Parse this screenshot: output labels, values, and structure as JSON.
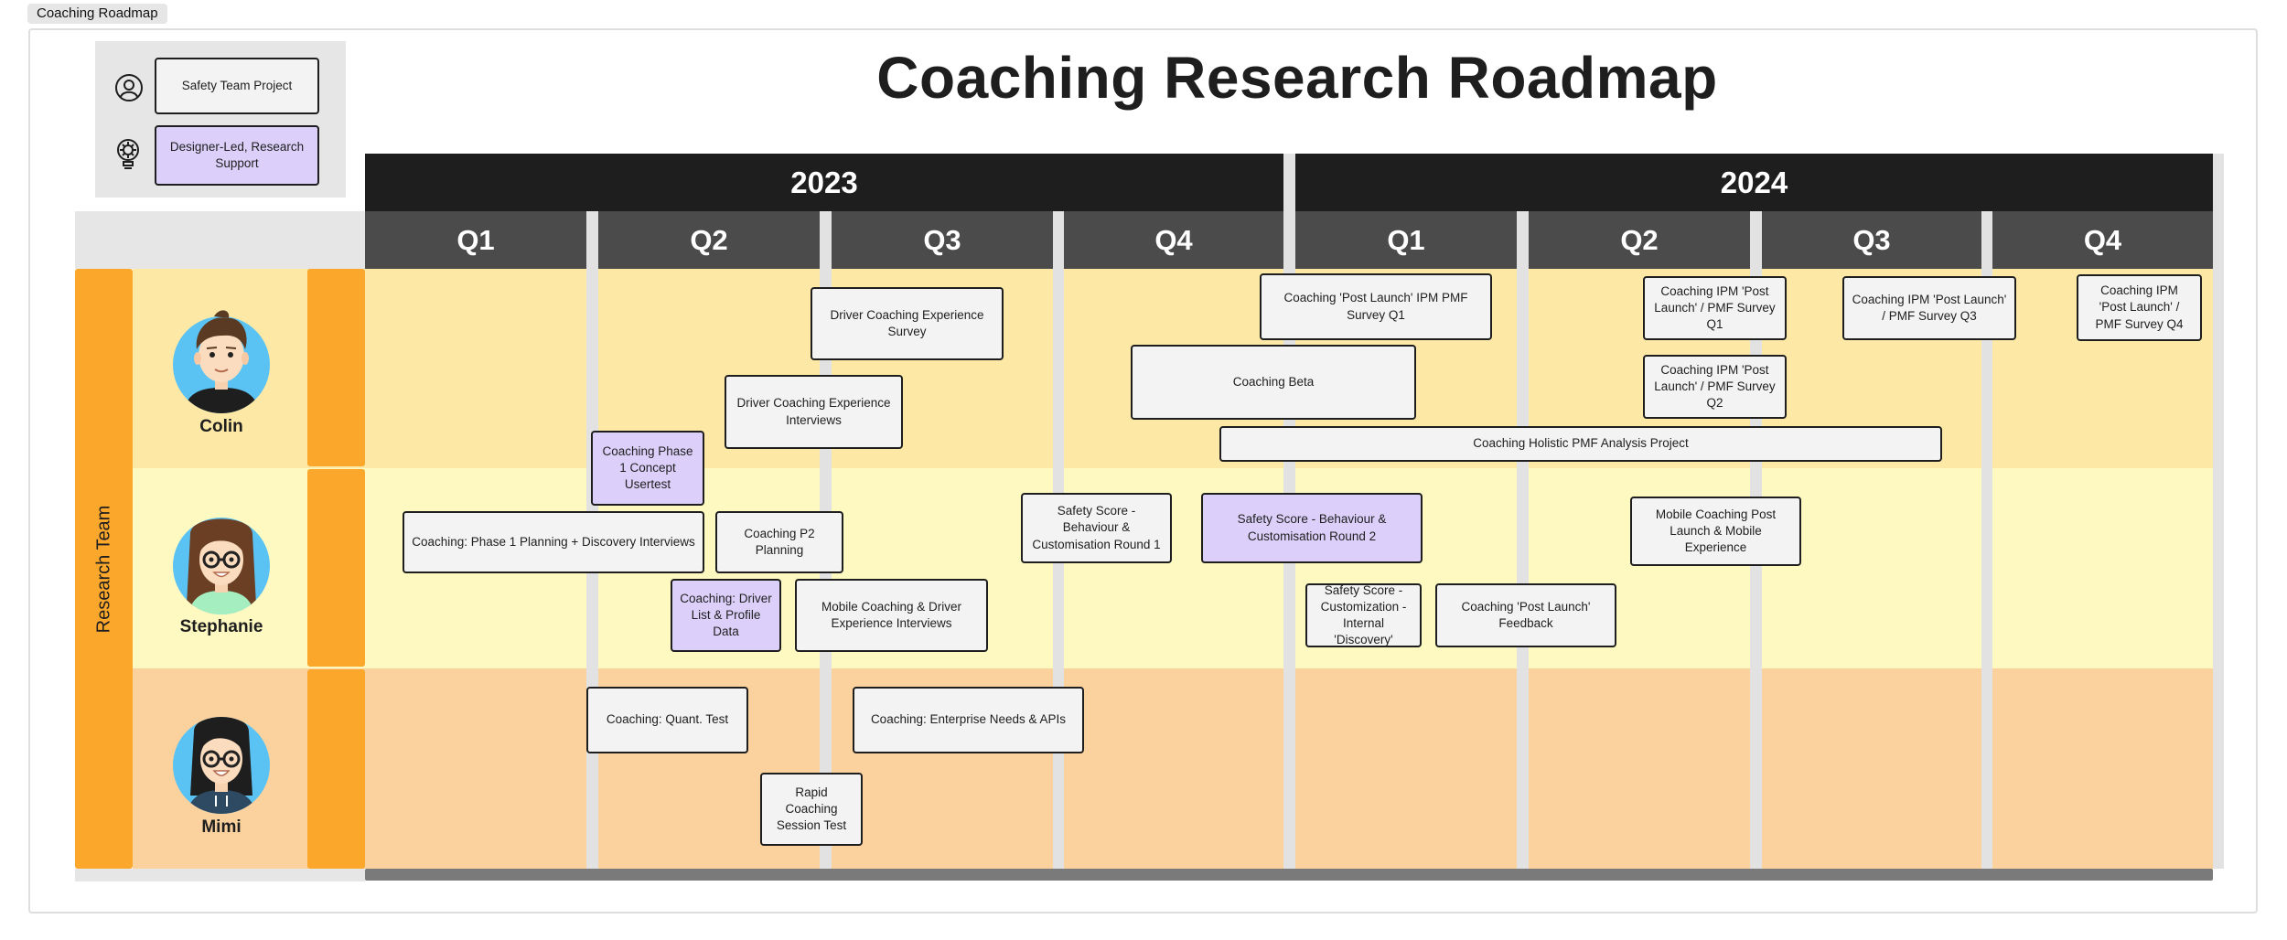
{
  "tab_label": "Coaching Roadmap",
  "title": "Coaching Research Roadmap",
  "legend": [
    {
      "icon": "person-icon",
      "label": "Safety Team Project"
    },
    {
      "icon": "lightbulb-gear-icon",
      "label": "Designer-Led, Research Support"
    }
  ],
  "years": [
    "2023",
    "2024"
  ],
  "quarters": [
    "Q1",
    "Q2",
    "Q3",
    "Q4",
    "Q1",
    "Q2",
    "Q3",
    "Q4"
  ],
  "team_label": "Research Team",
  "people": [
    "Colin",
    "Stephanie",
    "Mimi"
  ],
  "tasks": {
    "t1": "Driver Coaching Experience Survey",
    "t2": "Driver Coaching Experience Interviews",
    "t3": "Coaching Phase 1 Concept Usertest",
    "t4": "Coaching 'Post Launch' IPM PMF Survey Q1",
    "t5": "Coaching Beta",
    "t6": "Coaching Holistic PMF Analysis Project",
    "t7": "Coaching IPM 'Post Launch' / PMF Survey Q1",
    "t8": "Coaching IPM 'Post Launch' / PMF Survey Q2",
    "t9": "Coaching IPM 'Post Launch' / PMF Survey Q3",
    "t10": "Coaching IPM 'Post Launch' / PMF Survey Q4",
    "t11": "Coaching: Phase 1 Planning + Discovery Interviews",
    "t12": "Coaching P2 Planning",
    "t13": "Coaching: Driver List & Profile Data",
    "t14": "Mobile Coaching & Driver Experience Interviews",
    "t15": "Safety Score - Behaviour & Customisation Round 1",
    "t16": "Safety Score - Behaviour & Customisation Round 2",
    "t17": "Safety Score - Customization - Internal 'Discovery'",
    "t18": "Coaching 'Post Launch' Feedback",
    "t19": "Mobile Coaching Post Launch & Mobile Experience",
    "t20": "Coaching: Quant. Test",
    "t21": "Coaching: Enterprise Needs & APIs",
    "t22": "Rapid Coaching Session Test"
  },
  "colors": {
    "row_colin": "#fde8a6",
    "row_stephanie": "#fef9c0",
    "row_mimi": "#fbd29d",
    "accent_orange": "#fba72c",
    "purple_task": "#dcd0fa",
    "header_dark": "#1e1e1e",
    "header_quarter": "#4b4b4b"
  }
}
